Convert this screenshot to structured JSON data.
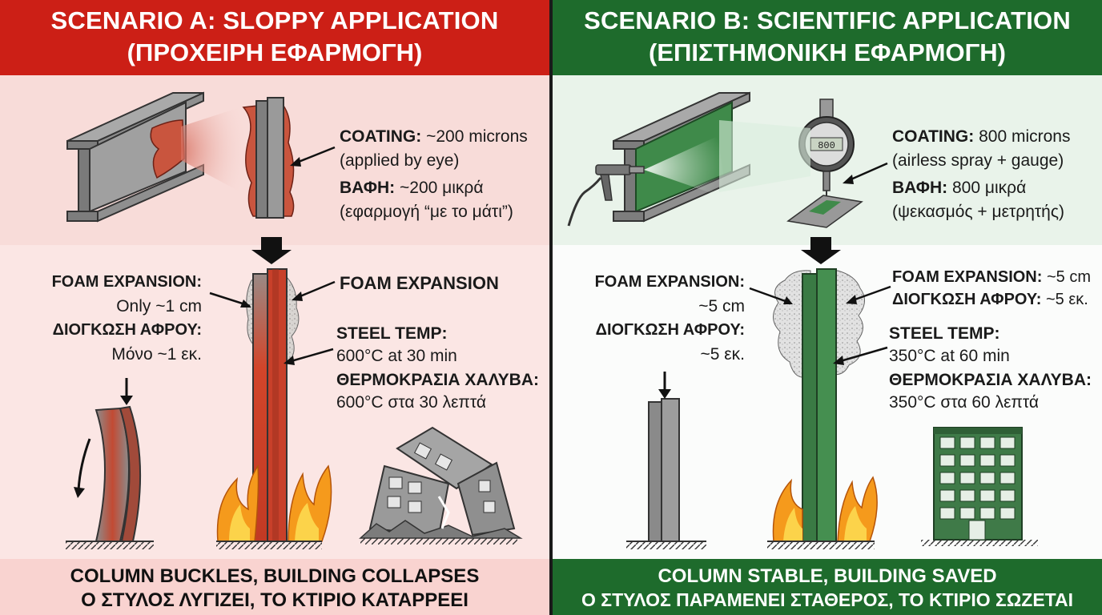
{
  "scenario_a": {
    "title_en": "SCENARIO A: SLOPPY APPLICATION",
    "title_gr": "(ΠΡΟΧΕΙΡΗ ΕΦΑΡΜΟΓΗ)",
    "coating_label": "COATING:",
    "coating_value": " ~200 microns",
    "coating_method": "(applied by eye)",
    "coating_label_gr": "ΒΑΦΗ:",
    "coating_value_gr": " ~200 μικρά",
    "coating_method_gr": "(εφαρμογή “με το μάτι”)",
    "foam_left_label": "FOAM EXPANSION:",
    "foam_left_value": "Only ~1 cm",
    "foam_left_label_gr": "ΔΙΟΓΚΩΣΗ ΑΦΡΟΥ:",
    "foam_left_value_gr": "Μόνο ~1 εκ.",
    "foam_right_label": "FOAM EXPANSION",
    "steel_label": "STEEL TEMP:",
    "steel_value": "600°C at 30 min",
    "steel_label_gr": "ΘΕΡΜΟΚΡΑΣΙΑ ΧΑΛΥΒΑ:",
    "steel_value_gr": "600°C στα 30 λεπτά",
    "outcome_en": "COLUMN BUCKLES, BUILDING COLLAPSES",
    "outcome_gr": "Ο ΣΤΥΛΟΣ ΛΥΓΙΖΕΙ, ΤΟ ΚΤΙΡΙΟ ΚΑΤΑΡΡΕΕΙ"
  },
  "scenario_b": {
    "title_en": "SCENARIO B: SCIENTIFIC APPLICATION",
    "title_gr": "(ΕΠΙΣΤΗΜΟΝΙΚΗ ΕΦΑΡΜΟΓΗ)",
    "gauge_display": "800",
    "coating_label": "COATING:",
    "coating_value": " 800 microns",
    "coating_method": "(airless spray + gauge)",
    "coating_label_gr": "ΒΑΦΗ:",
    "coating_value_gr": " 800 μικρά",
    "coating_method_gr": "(ψεκασμός + μετρητής)",
    "foam_left_label": "FOAM EXPANSION:",
    "foam_left_value": "~5 cm",
    "foam_left_label_gr": "ΔΙΟΓΚΩΣΗ ΑΦΡΟΥ:",
    "foam_left_value_gr": "~5 εκ.",
    "foam_right_label": "FOAM EXPANSION:",
    "foam_right_value": " ~5 cm",
    "foam_right_label_gr": "ΔΙΟΓΚΩΣΗ ΑΦΡΟΥ:",
    "foam_right_value_gr": " ~5 εκ.",
    "steel_label": "STEEL TEMP:",
    "steel_value": "350°C at 60 min",
    "steel_label_gr": "ΘΕΡΜΟΚΡΑΣΙΑ ΧΑΛΥΒΑ:",
    "steel_value_gr": "350°C στα 60 λεπτά",
    "outcome_en": "COLUMN STABLE, BUILDING SAVED",
    "outcome_gr": "Ο ΣΤΥΛΟΣ ΠΑΡΑΜΕΝΕΙ ΣΤΑΘΕΡΟΣ, ΤΟ ΚΤΙΡΙΟ ΣΩΖΕΤΑΙ"
  },
  "colors": {
    "a_header": "#cc1f16",
    "a_bg": "#fbe6e4",
    "a_footer": "#f9d3d0",
    "b_header": "#1e6b2c",
    "b_bg": "#e9f3ea",
    "b_footer": "#1e6b2c",
    "steel": "#8a8a8a",
    "hot_steel": "#d2452a",
    "green_coating": "#3f8a4a",
    "flame": "#f59a1c"
  }
}
